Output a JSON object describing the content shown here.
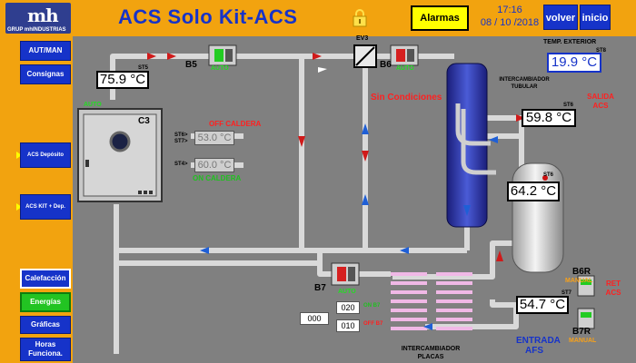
{
  "header": {
    "logo_text": "mh",
    "logo_sub": "GRUP mhINDUSTRIAS",
    "title": "ACS Solo Kit-ACS",
    "alarm_button": "Alarmas",
    "time": "17:16",
    "date": "08 / 10 /2018",
    "back_button": "volver",
    "home_button": "inicio"
  },
  "sidebar": {
    "aut_man": "AUT/MAN",
    "consignas": "Consignas",
    "acs_deposito": "ACS Depósito",
    "acs_kit": "ACS KIT + Dep.",
    "calefaccion": "Calefacción",
    "energias": "Energías",
    "graficas": "Gráficas",
    "horas": "Horas Funciona."
  },
  "diagram": {
    "temp_ext_label": "TEMP. EXTERIOR",
    "temp_ext_tag": "ST8",
    "temp_ext_value": "19.9 °C",
    "st5_tag": "ST5",
    "st5_value": "75.9 °C",
    "boiler_name": "C3",
    "boiler_auto": "AUTO",
    "off_caldera": "OFF CALDERA",
    "on_caldera": "ON CALDERA",
    "st6_tag": "ST6>",
    "st7_tag": "ST7>",
    "st4_tag": "ST4>",
    "sp_off_value": "53.0 °C",
    "sp_on_value": "60.0 °C",
    "b5_label": "B5",
    "b5_auto": "AUTO",
    "ev3_label": "EV3",
    "b6_label": "B6",
    "b6_auto": "AUTO",
    "sin_condiciones": "Sin Condiciones",
    "hx_tubular_label": "INTERCAMBIADOR TUBULAR",
    "st6_right_tag": "ST6",
    "st6_right_value": "59.8 °C",
    "salida_acs": "SALIDA ACS",
    "tank_tag": "ST6",
    "tank_value": "64.2 °C",
    "b6r_label": "B6R",
    "b6r_mode": "MANUAL",
    "ret_acs": "RET ACS",
    "st7_right_tag": "ST7",
    "st7_right_value": "54.7 °C",
    "b7r_label": "B7R",
    "b7r_mode": "MANUAL",
    "b7_label": "B7",
    "b7_auto": "AUTO",
    "entrada_afs": "ENTRADA AFS",
    "hx_plates_label": "INTERCAMBIADOR PLACAS",
    "sp_020": "020",
    "sp_010": "010",
    "sp_000": "000",
    "on_b7": "ON B7",
    "off_b7": "OFF B7"
  },
  "colors": {
    "panel": "#f2a30f",
    "background": "#808080",
    "button_blue": "#1633c9",
    "pipe": "#d9d9d9",
    "hot_arrow": "#d01a1a",
    "cold_arrow": "#1f5fd6",
    "auto_green": "#22dd22"
  }
}
